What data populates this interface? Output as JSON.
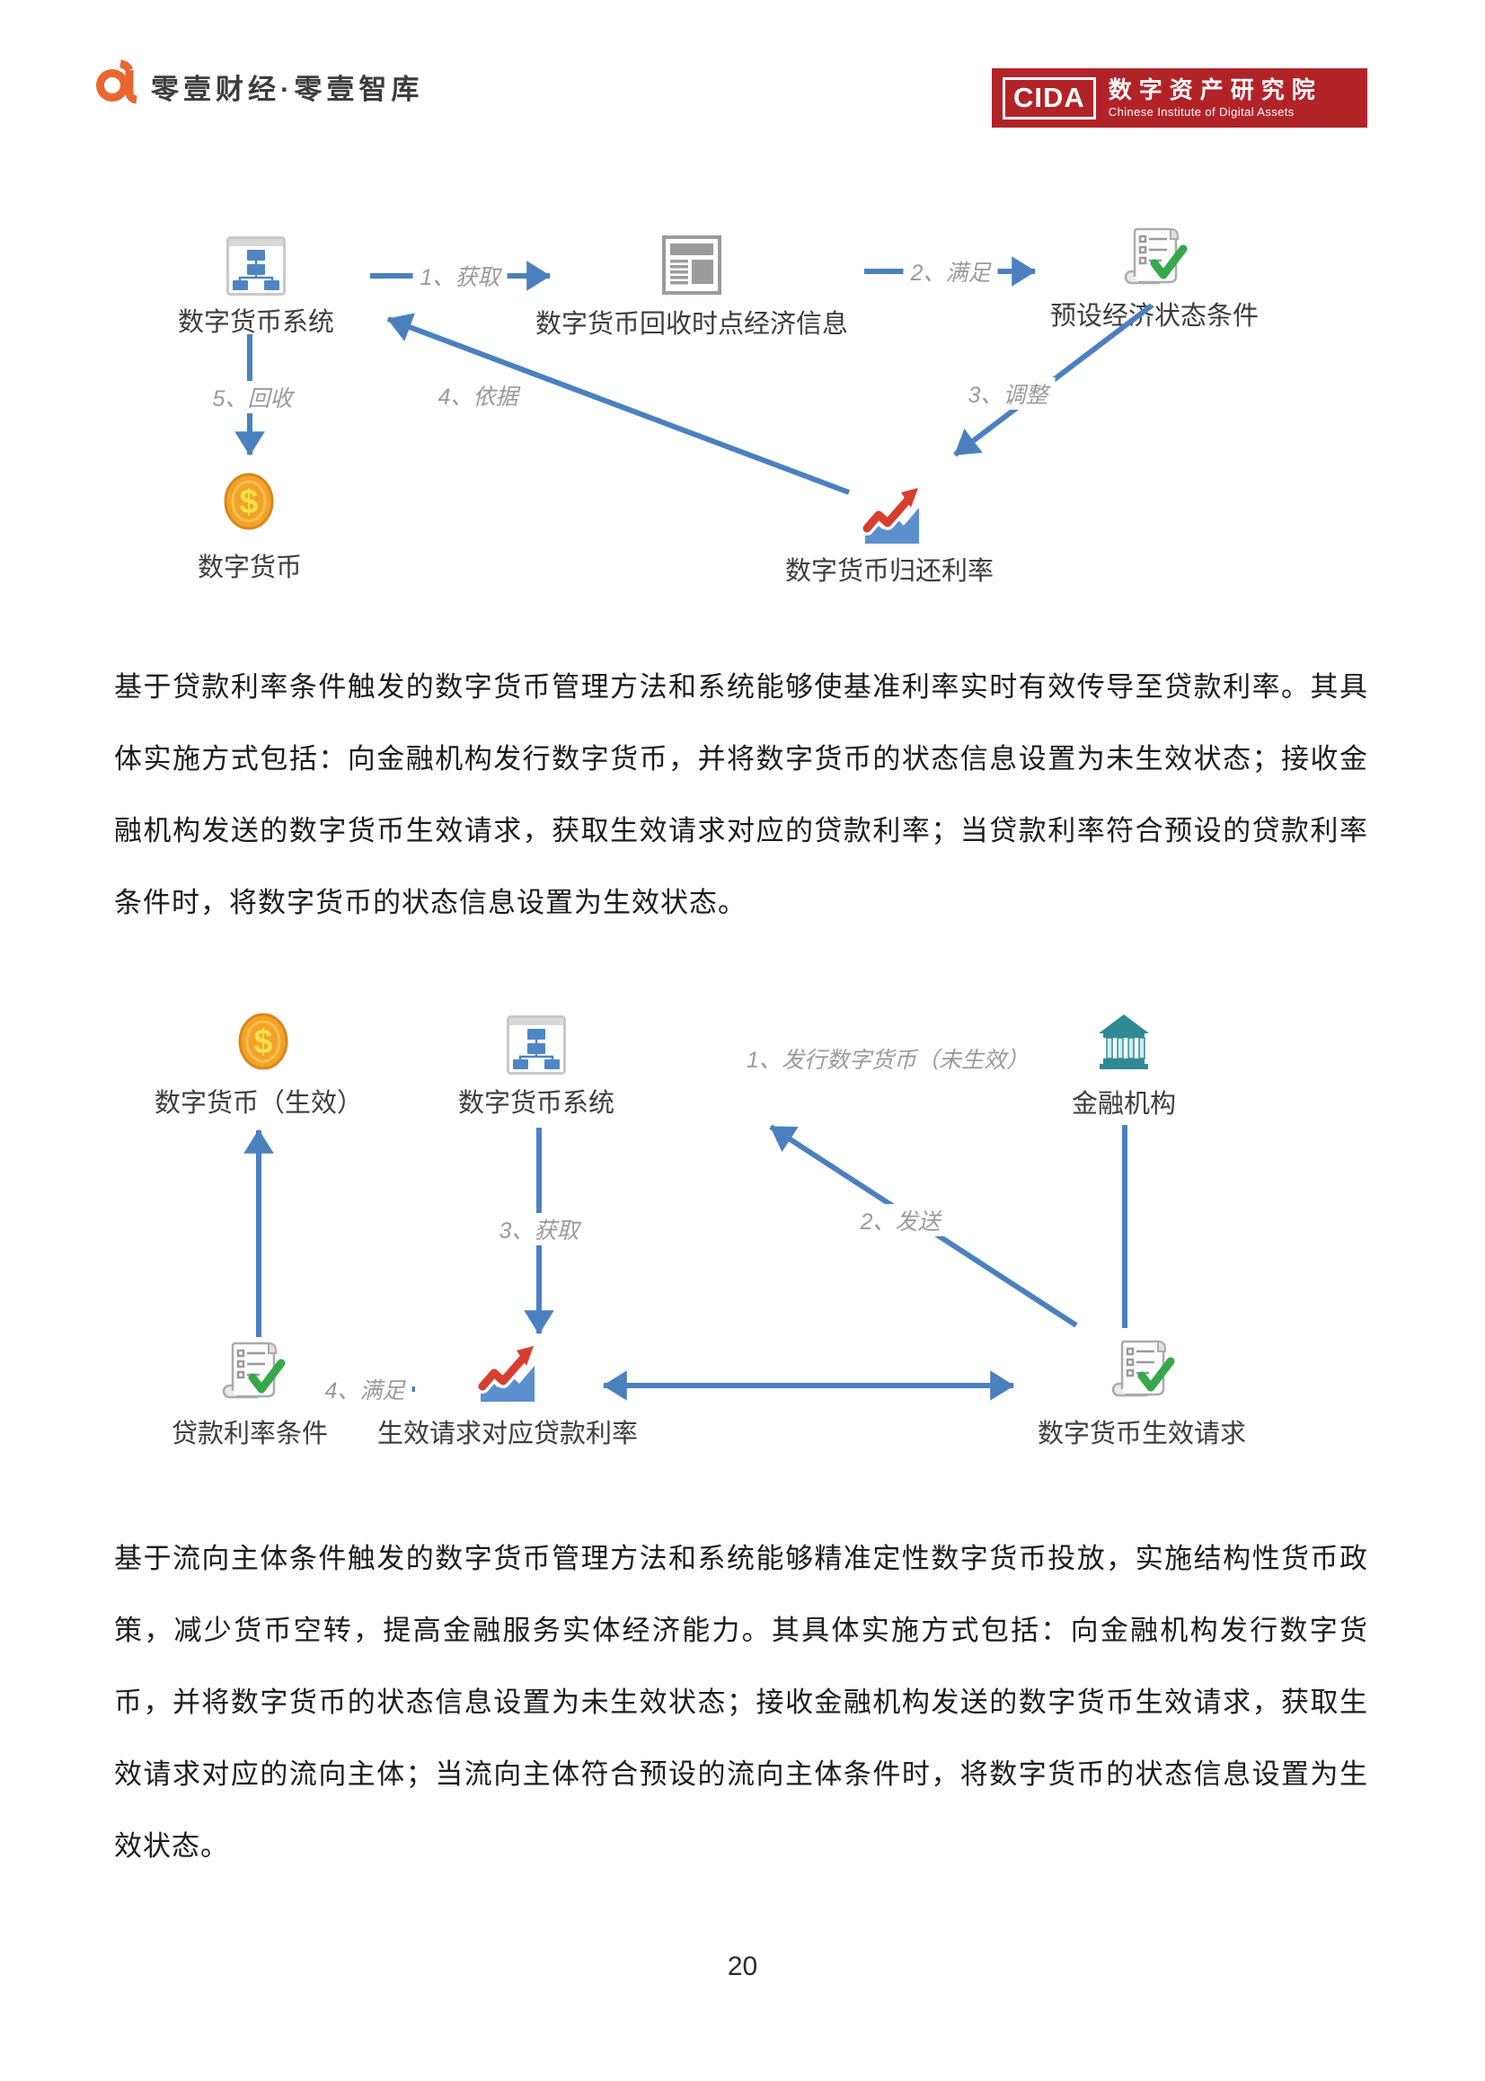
{
  "header": {
    "left_brand": "零壹财经·零壹智库",
    "right_logo": {
      "acronym": "CIDA",
      "title_cn": "数字资产研究院",
      "title_en": "Chinese Institute of Digital Assets"
    }
  },
  "diagram1": {
    "nodes": [
      {
        "label": "数字货币系统",
        "icon": "org-chart-icon"
      },
      {
        "label": "数字货币回收时点经济信息",
        "icon": "newspaper-icon"
      },
      {
        "label": "预设经济状态条件",
        "icon": "scroll-check-icon"
      },
      {
        "label": "数字货币",
        "icon": "coin-icon"
      },
      {
        "label": "数字货币归还利率",
        "icon": "trend-chart-icon"
      }
    ],
    "edges": [
      {
        "label": "1、获取"
      },
      {
        "label": "2、满足"
      },
      {
        "label": "3、调整"
      },
      {
        "label": "4、依据"
      },
      {
        "label": "5、回收"
      }
    ]
  },
  "paragraph1": "基于贷款利率条件触发的数字货币管理方法和系统能够使基准利率实时有效传导至贷款利率。其具体实施方式包括：向金融机构发行数字货币，并将数字货币的状态信息设置为未生效状态；接收金融机构发送的数字货币生效请求，获取生效请求对应的贷款利率；当贷款利率符合预设的贷款利率条件时，将数字货币的状态信息设置为生效状态。",
  "diagram2": {
    "nodes": [
      {
        "label": "数字货币（生效）",
        "icon": "coin-icon"
      },
      {
        "label": "数字货币系统",
        "icon": "org-chart-icon"
      },
      {
        "label": "金融机构",
        "icon": "bank-icon"
      },
      {
        "label": "贷款利率条件",
        "icon": "scroll-check-icon"
      },
      {
        "label": "生效请求对应贷款利率",
        "icon": "trend-chart-icon"
      },
      {
        "label": "数字货币生效请求",
        "icon": "scroll-check-icon"
      }
    ],
    "edges": [
      {
        "label": "1、发行数字货币（未生效）"
      },
      {
        "label": "2、发送"
      },
      {
        "label": "3、获取"
      },
      {
        "label": "4、满足"
      }
    ]
  },
  "paragraph2": "基于流向主体条件触发的数字货币管理方法和系统能够精准定性数字货币投放，实施结构性货币政策，减少货币空转，提高金融服务实体经济能力。其具体实施方式包括：向金融机构发行数字货币，并将数字货币的状态信息设置为未生效状态；接收金融机构发送的数字货币生效请求，获取生效请求对应的流向主体；当流向主体符合预设的流向主体条件时，将数字货币的状态信息设置为生效状态。",
  "page_number": "20",
  "colors": {
    "arrow_blue": "#4b80bf",
    "edge_label_gray": "#9a9a9a",
    "brand_orange": "#e9672f",
    "logo_red": "#b22328",
    "coin_orange": "#f3a229",
    "coin_dollar_yellow": "#f8e14b",
    "bank_teal": "#2e8a94",
    "chart_red": "#d63f2e",
    "chart_blue": "#5b8fce",
    "check_green": "#36a84c"
  }
}
